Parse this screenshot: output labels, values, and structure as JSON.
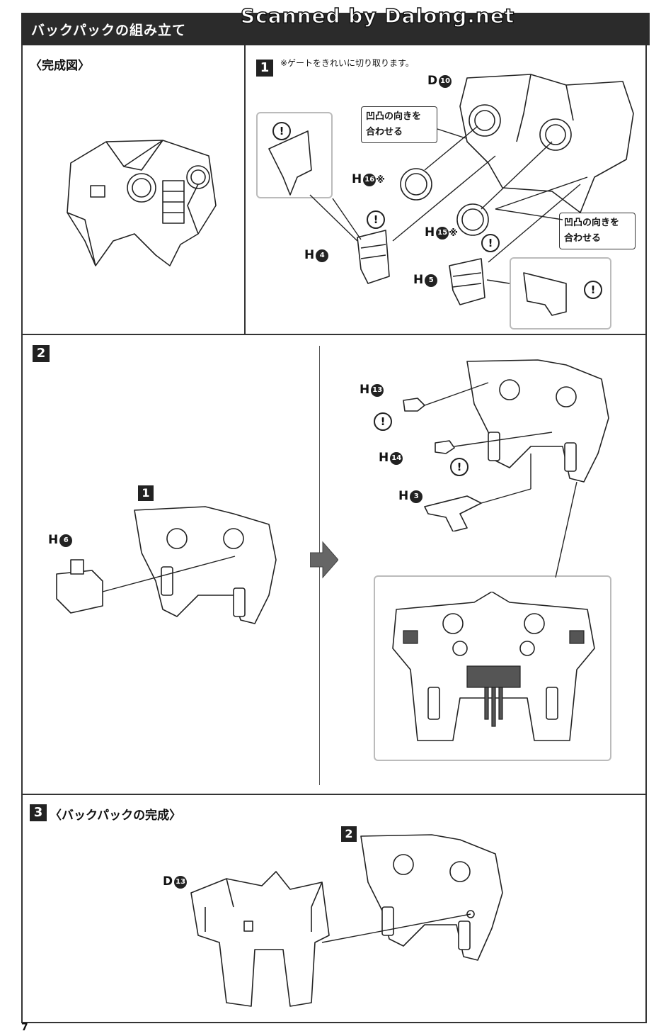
{
  "header": {
    "title": "バックパックの組み立て",
    "watermark": "Scanned by Dalong.net"
  },
  "completed_view": {
    "label": "〈完成図〉"
  },
  "step1": {
    "number": "1",
    "note": "※ゲートをきれいに切り取ります。",
    "callout_top": "凹凸の向きを\n合わせる",
    "callout_right": "凹凸の向きを\n合わせる",
    "parts": {
      "d10": {
        "letter": "D",
        "num": "10"
      },
      "h16": {
        "letter": "H",
        "num": "16",
        "suffix": "※"
      },
      "h15": {
        "letter": "H",
        "num": "15",
        "suffix": "※"
      },
      "h4": {
        "letter": "H",
        "num": "4"
      },
      "h5": {
        "letter": "H",
        "num": "5"
      }
    },
    "bang": "!"
  },
  "step2": {
    "number": "2",
    "ref_step": "1",
    "parts": {
      "h6": {
        "letter": "H",
        "num": "6"
      },
      "h13": {
        "letter": "H",
        "num": "13"
      },
      "h14": {
        "letter": "H",
        "num": "14"
      },
      "h3": {
        "letter": "H",
        "num": "3"
      }
    },
    "bang": "!"
  },
  "step3": {
    "number": "3",
    "title": "〈バックパックの完成〉",
    "ref_step": "2",
    "parts": {
      "d13": {
        "letter": "D",
        "num": "13"
      }
    }
  },
  "page_number": "7"
}
